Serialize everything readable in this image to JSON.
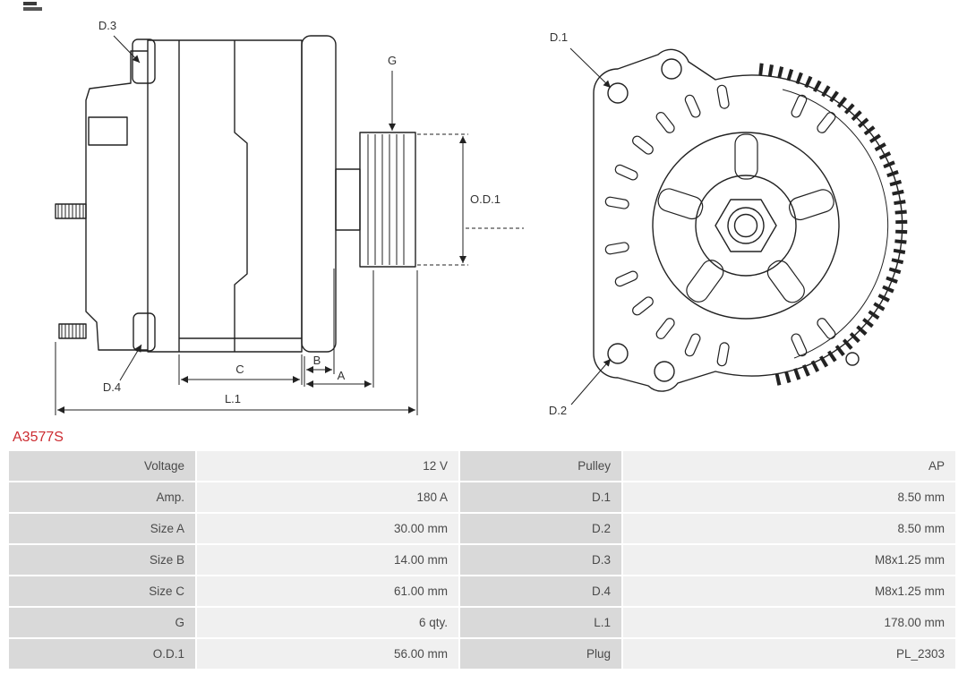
{
  "part_number": "A3577S",
  "diagram": {
    "side_view": {
      "labels": {
        "d3": "D.3",
        "g": "G",
        "od1": "O.D.1",
        "d4": "D.4",
        "c": "C",
        "b": "B",
        "a": "A",
        "l1": "L.1"
      }
    },
    "front_view": {
      "labels": {
        "d1": "D.1",
        "d2": "D.2"
      }
    }
  },
  "specifications": {
    "rows": [
      {
        "c1_label": "Voltage",
        "c1_value": "12 V",
        "c2_label": "Pulley",
        "c2_value": "AP"
      },
      {
        "c1_label": "Amp.",
        "c1_value": "180 A",
        "c2_label": "D.1",
        "c2_value": "8.50 mm"
      },
      {
        "c1_label": "Size A",
        "c1_value": "30.00 mm",
        "c2_label": "D.2",
        "c2_value": "8.50 mm"
      },
      {
        "c1_label": "Size B",
        "c1_value": "14.00 mm",
        "c2_label": "D.3",
        "c2_value": "M8x1.25 mm"
      },
      {
        "c1_label": "Size C",
        "c1_value": "61.00 mm",
        "c2_label": "D.4",
        "c2_value": "M8x1.25 mm"
      },
      {
        "c1_label": "G",
        "c1_value": "6 qty.",
        "c2_label": "L.1",
        "c2_value": "178.00 mm"
      },
      {
        "c1_label": "O.D.1",
        "c1_value": "56.00 mm",
        "c2_label": "Plug",
        "c2_value": "PL_2303"
      }
    ]
  },
  "colors": {
    "part_number_red": "#cc2b30",
    "label_cell_bg": "#d9d9d9",
    "value_cell_bg": "#f0f0f0",
    "cell_text": "#4a4a4a",
    "drawing_line": "#222222"
  }
}
